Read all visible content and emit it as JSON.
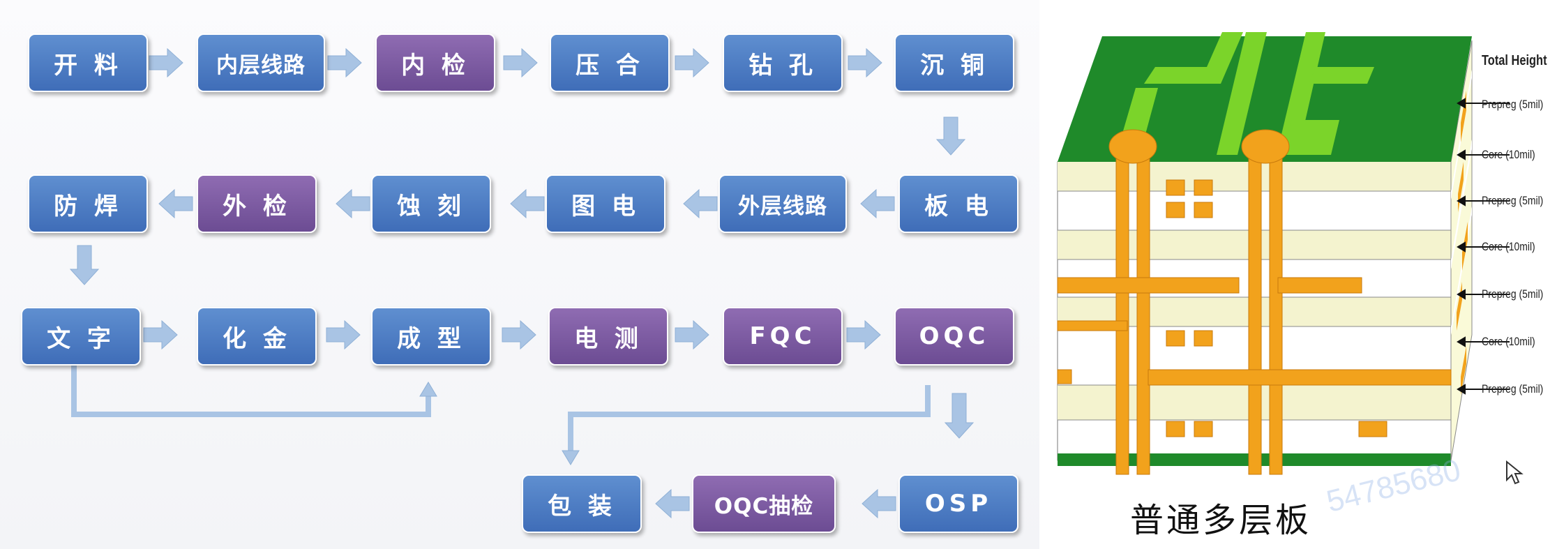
{
  "flowchart": {
    "row1": [
      "开 料",
      "内层线路",
      "内 检",
      "压 合",
      "钻 孔",
      "沉 铜"
    ],
    "row2": [
      "防 焊",
      "外 检",
      "蚀 刻",
      "图 电",
      "外层线路",
      "板 电"
    ],
    "row3": [
      "文 字",
      "化 金",
      "成 型",
      "电 测",
      "FQC",
      "OQC"
    ],
    "row4": [
      "包 装",
      "OQC抽检",
      "OSP"
    ]
  },
  "pcb": {
    "title": "普通多层板",
    "total_label": "Total Height",
    "layers": [
      "Prepreg (5mil)",
      "Core (10mil)",
      "Prepreg (5mil)",
      "Core (10mil)",
      "Prepreg (5mil)",
      "Core (10mil)",
      "Prepreg (5mil)"
    ],
    "watermark": "54785680"
  },
  "colors": {
    "blue_box": "#4a78c2",
    "purple_box": "#7a5aa3",
    "arrow": "#a9c4e4",
    "board_green": "#1f8a2a",
    "trace_green": "#7bd42a",
    "copper_orange": "#f2a21c",
    "prepreg": "#f4f3cf"
  }
}
